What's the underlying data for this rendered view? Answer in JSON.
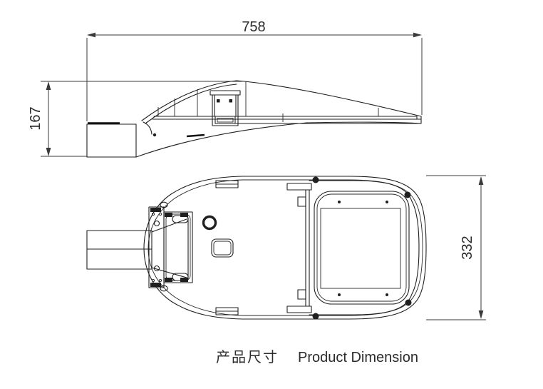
{
  "drawing": {
    "title_caption": {
      "zh": "产品尺寸",
      "en": "Product Dimension"
    },
    "dimensions": {
      "overall_length": "758",
      "overall_height": "167",
      "overall_width": "332"
    },
    "views": {
      "side": "side view",
      "top": "top view"
    },
    "colors": {
      "ink": "#1f1f1f",
      "dimension": "#3a3a3a",
      "background": "#ffffff"
    }
  }
}
